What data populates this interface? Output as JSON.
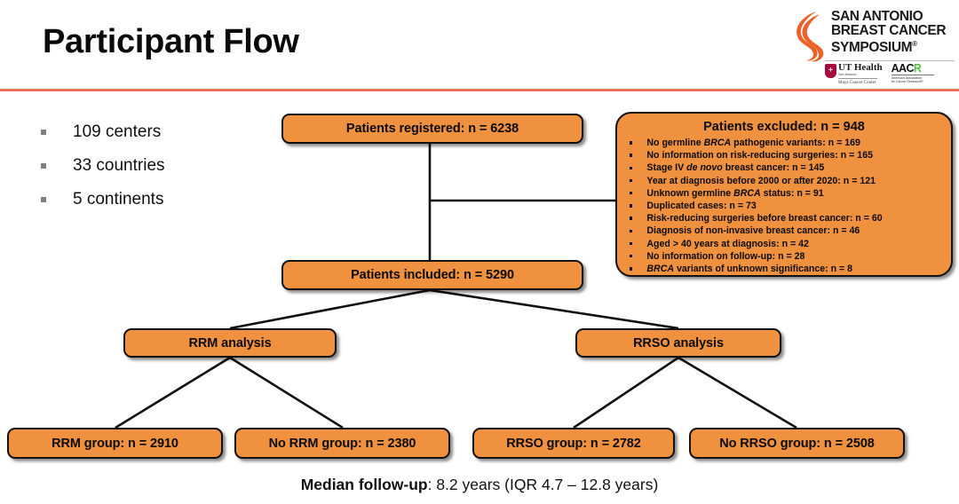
{
  "header": {
    "title": "Participant Flow",
    "rule_color": "#ED7254"
  },
  "logo": {
    "name": "san-antonio-breast-cancer-symposium",
    "line1": "SAN ANTONIO",
    "line2": "BREAST CANCER",
    "line3": "SYMPOSIUM",
    "trademark": "®",
    "ribbon_color": "#E8622A",
    "ut_health": {
      "main": "UT Health",
      "sub": "San Antonio",
      "sub2": "Mays Cancer Center"
    },
    "aacr": {
      "main_dark": "AAC",
      "main_accent": "R",
      "sub1": "American Association",
      "sub2": "for Cancer Research®"
    }
  },
  "bullets": [
    {
      "text": "109 centers"
    },
    {
      "text": "33 countries"
    },
    {
      "text": "5 continents"
    }
  ],
  "flow": {
    "box_fill": "#F0913F",
    "box_border": "#111111",
    "registered": "Patients registered: n = 6238",
    "included": "Patients included: n = 5290",
    "rrm_analysis": "RRM analysis",
    "rrso_analysis": "RRSO analysis",
    "rrm_group": "RRM group: n = 2910",
    "no_rrm_group": "No RRM group: n = 2380",
    "rrso_group": "RRSO group: n = 2782",
    "no_rrso_group": "No RRSO group: n = 2508"
  },
  "excluded": {
    "title": "Patients excluded: n = 948",
    "items": [
      {
        "pre": "No germline ",
        "em": "BRCA",
        "post": " pathogenic variants: n = 169"
      },
      {
        "pre": "No information on risk-reducing surgeries: n = 165",
        "em": "",
        "post": ""
      },
      {
        "pre": "Stage IV ",
        "em": "de novo",
        "post": " breast cancer: n = 145"
      },
      {
        "pre": "Year at diagnosis before 2000 or after 2020: n = 121",
        "em": "",
        "post": ""
      },
      {
        "pre": "Unknown germline ",
        "em": "BRCA",
        "post": " status: n = 91"
      },
      {
        "pre": "Duplicated cases: n = 73",
        "em": "",
        "post": ""
      },
      {
        "pre": "Risk-reducing surgeries before breast cancer: n = 60",
        "em": "",
        "post": ""
      },
      {
        "pre": "Diagnosis of non-invasive breast cancer: n = 46",
        "em": "",
        "post": ""
      },
      {
        "pre": "Aged > 40 years at diagnosis: n = 42",
        "em": "",
        "post": ""
      },
      {
        "pre": "No information on follow-up: n = 28",
        "em": "",
        "post": ""
      },
      {
        "pre": "",
        "em": "BRCA",
        "post": " variants of unknown significance: n = 8"
      }
    ]
  },
  "footer": {
    "label": "Median follow-up",
    "value": ": 8.2 years (IQR 4.7 – 12.8 years)"
  }
}
